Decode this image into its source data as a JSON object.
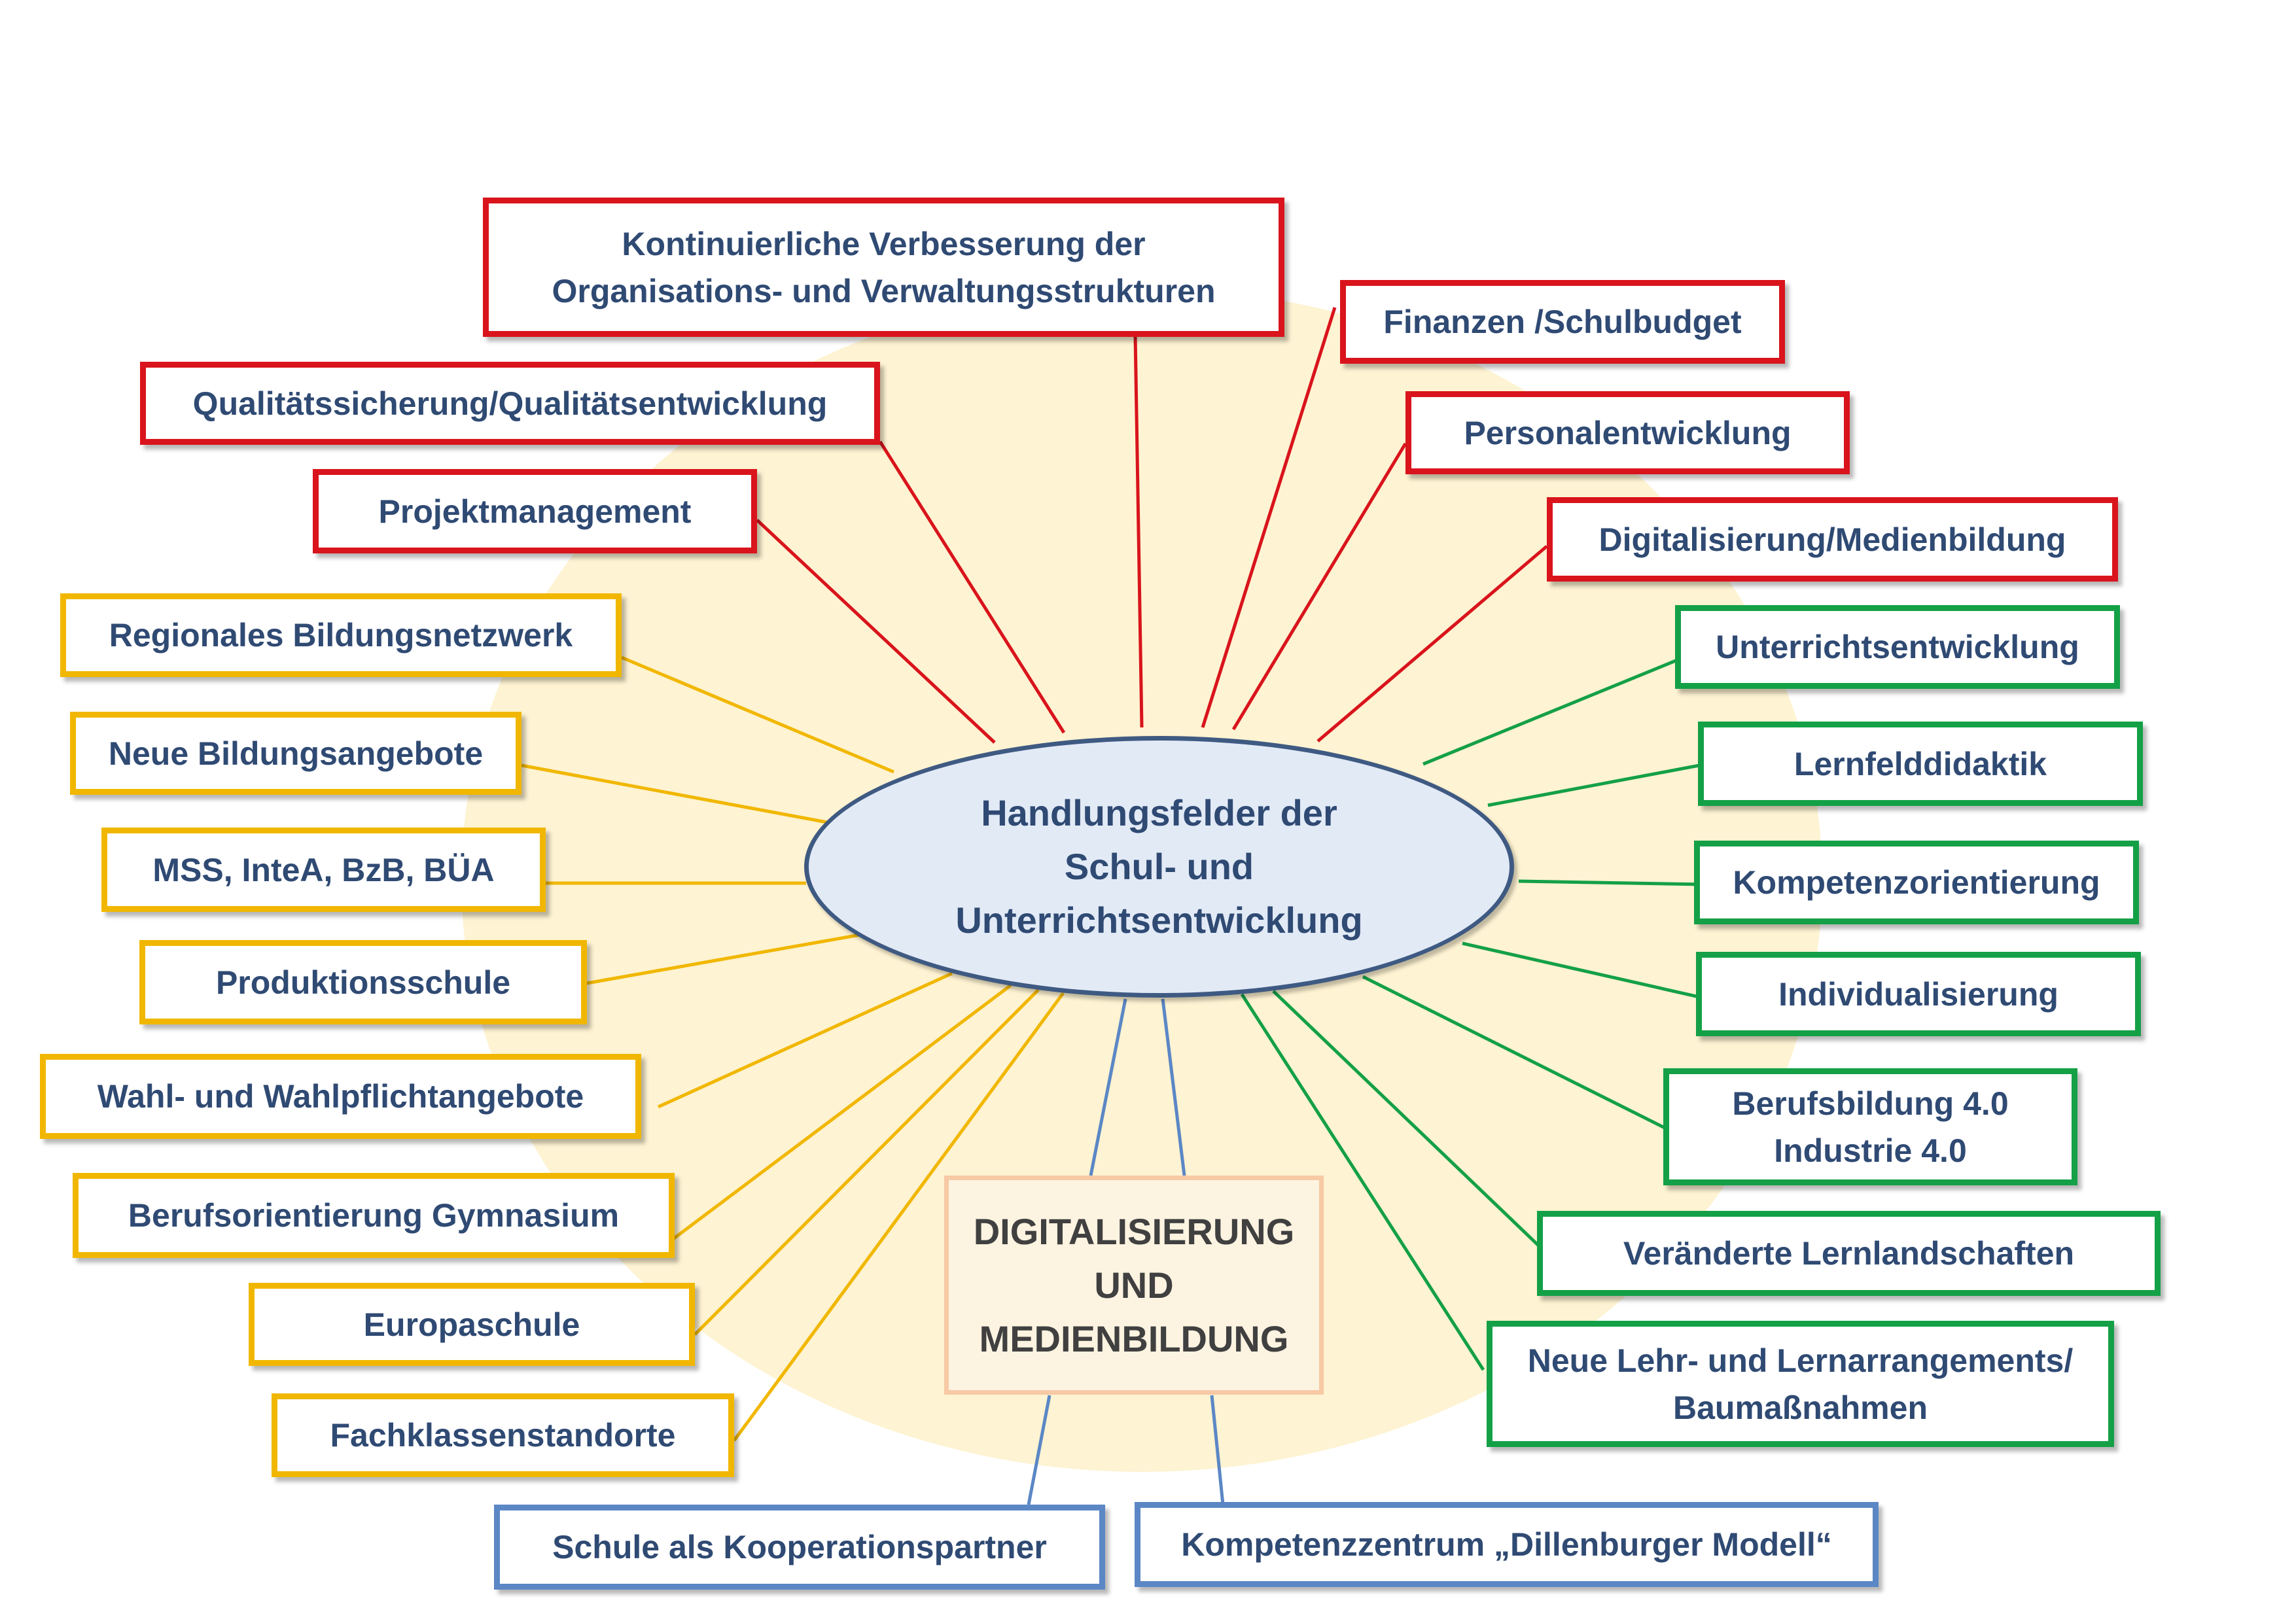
{
  "center": {
    "title": "Handlungsfelder der\nSchul- und\nUnterrichtsentwicklung"
  },
  "focus_box": {
    "text": "DIGITALISIERUNG\nUND\nMEDIENBILDUNG"
  },
  "colors": {
    "red": "#d9141c",
    "yellow": "#f1b700",
    "green": "#14a046",
    "blue": "#5b87c5",
    "text": "#2f4a73",
    "halo": "#fdefc3"
  },
  "red_fields": [
    "Kontinuierliche Verbesserung der\nOrganisations- und Verwaltungsstrukturen",
    "Finanzen /Schulbudget",
    "Qualitätssicherung/Qualitätsentwicklung",
    "Personalentwicklung",
    "Projektmanagement",
    "Digitalisierung/Medienbildung"
  ],
  "yellow_fields": [
    "Regionales Bildungsnetzwerk",
    "Neue Bildungsangebote",
    "MSS, InteA, BzB, BÜA",
    "Produktionsschule",
    "Wahl- und Wahlpflichtangebote",
    "Berufsorientierung Gymnasium",
    "Europaschule",
    "Fachklassenstandorte"
  ],
  "green_fields": [
    "Unterrichtsentwicklung",
    "Lernfelddidaktik",
    "Kompetenzorientierung",
    "Individualisierung",
    "Berufsbildung 4.0\nIndustrie 4.0",
    "Veränderte Lernlandschaften",
    "Neue Lehr- und Lernarrangements/\nBaumaßnahmen"
  ],
  "blue_fields": [
    "Schule als Kooperationspartner",
    "Kompetenzzentrum „Dillenburger Modell“"
  ]
}
